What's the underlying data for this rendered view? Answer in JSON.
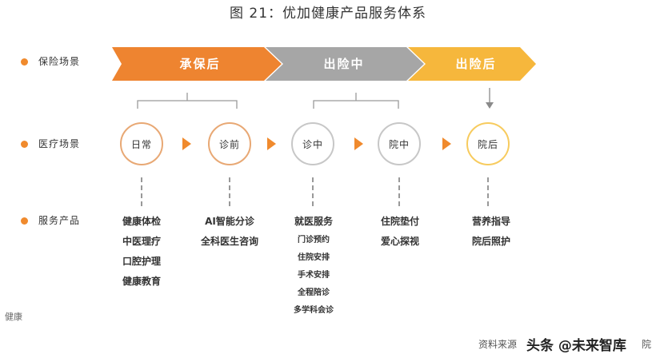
{
  "title": "图  21：优加健康产品服务体系",
  "rows": {
    "insurance": "保险场景",
    "medical": "医疗场景",
    "service": "服务产品"
  },
  "phases": [
    "承保后",
    "出险中",
    "出险后"
  ],
  "phase_colors": [
    "#EE8430",
    "#A6A6A6",
    "#F6B73C"
  ],
  "stages": [
    "日常",
    "诊前",
    "诊中",
    "院中",
    "院后"
  ],
  "services": {
    "daily": [
      "健康体检",
      "中医理疗",
      "口腔护理",
      "健康教育"
    ],
    "pre": [
      "AI智能分诊",
      "全科医生咨询"
    ],
    "during": [
      "就医服务",
      "门诊预约",
      "住院安排",
      "手术安排",
      "全程陪诊",
      "多学科会诊"
    ],
    "inpatient": [
      "住院垫付",
      "爱心探视"
    ],
    "post": [
      "营养指导",
      "院后照护"
    ]
  },
  "footer_left": "健康",
  "source": "资料来源",
  "watermark": "头条 @未来智库",
  "source_tail": "院"
}
